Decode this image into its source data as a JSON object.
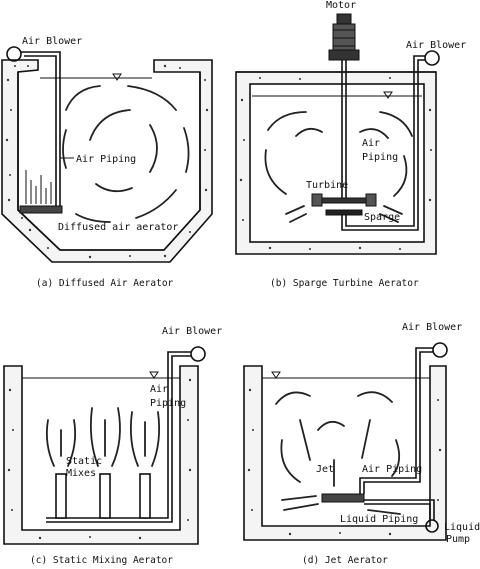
{
  "panels": {
    "a": {
      "caption": "(a) Diffused Air Aerator",
      "labels": {
        "air_blower": "Air Blower",
        "air_piping": "Air Piping",
        "aerator": "Diffused air aerator"
      }
    },
    "b": {
      "caption": "(b) Sparge Turbine Aerator",
      "labels": {
        "motor": "Motor",
        "air_blower": "Air Blower",
        "air": "Air",
        "piping": "Piping",
        "turbine": "Turbine",
        "sparge": "Sparge"
      }
    },
    "c": {
      "caption": "(c) Static Mixing Aerator",
      "labels": {
        "air_blower": "Air Blower",
        "air": "Air",
        "piping": "Piping",
        "static": "Static",
        "mixes": "Mixes"
      }
    },
    "d": {
      "caption": "(d) Jet Aerator",
      "labels": {
        "air_blower": "Air Blower",
        "jet": "Jet",
        "air_piping": "Air Piping",
        "liquid_piping": "Liquid Piping",
        "liquid": "Liquid",
        "pump": "Pump"
      }
    }
  }
}
